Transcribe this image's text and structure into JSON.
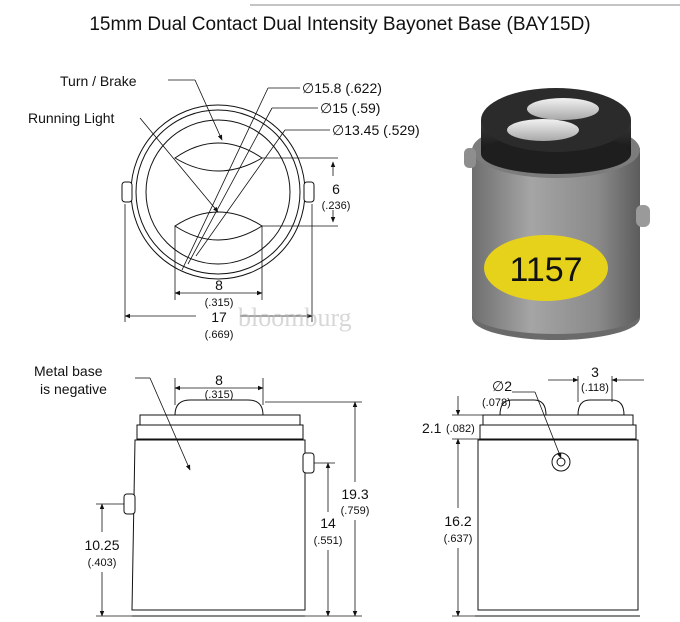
{
  "title": "15mm Dual Contact Dual Intensity Bayonet Base (BAY15D)",
  "watermark": "bloomburg",
  "top_view": {
    "labels": {
      "turn_brake": "Turn / Brake",
      "running_light": "Running Light"
    },
    "dims": {
      "d_outer": "∅15.8 (.622)",
      "d_mid": "∅15 (.59)",
      "d_inner": "∅13.45 (.529)",
      "spacing_mm": "6",
      "spacing_in": "(.236)",
      "contact_width_mm": "8",
      "contact_width_in": "(.315)",
      "overall_mm": "17",
      "overall_in": "(.669)"
    }
  },
  "photo": {
    "part_number": "1157",
    "badge_color": "#e6d21a",
    "body_color": "#8c8c8c",
    "cap_color": "#232323"
  },
  "side_view": {
    "note_line1": "Metal base",
    "note_line2": "is negative",
    "dims": {
      "contact_mm": "8",
      "contact_in": "(.315)",
      "height_mm": "19.3",
      "height_in": "(.759)",
      "pin_h_mm": "14",
      "pin_h_in": "(.551)",
      "pin2_h_mm": "10.25",
      "pin2_h_in": "(.403)"
    }
  },
  "front_view": {
    "dims": {
      "pin_dia_mm": "∅2",
      "pin_dia_in": "(.078)",
      "gap_mm": "3",
      "gap_in": "(.118)",
      "cap_mm": "2.1",
      "cap_in": "(.082)",
      "body_mm": "16.2",
      "body_in": "(.637)"
    }
  }
}
